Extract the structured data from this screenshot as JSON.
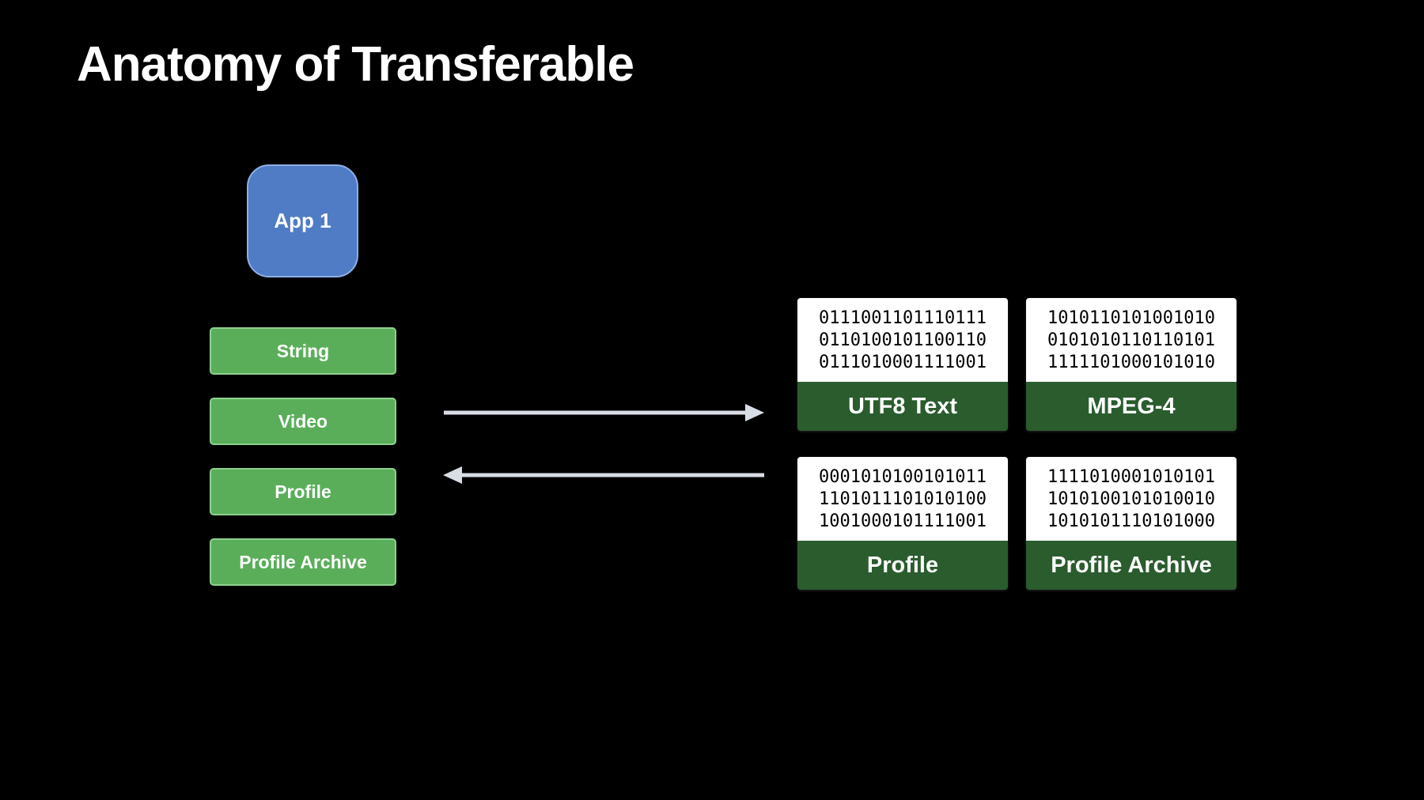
{
  "title": "Anatomy of Transferable",
  "app": {
    "label": "App 1"
  },
  "types": [
    {
      "label": "String"
    },
    {
      "label": "Video"
    },
    {
      "label": "Profile"
    },
    {
      "label": "Profile Archive"
    }
  ],
  "representations": [
    {
      "label": "UTF8 Text",
      "bits": [
        "0111001101110111",
        "0110100101100110",
        "0111010001111001"
      ]
    },
    {
      "label": "MPEG-4",
      "bits": [
        "1010110101001010",
        "0101010110110101",
        "1111101000101010"
      ]
    },
    {
      "label": "Profile",
      "bits": [
        "0001010100101011",
        "1101011101010100",
        "1001000101111001"
      ]
    },
    {
      "label": "Profile Archive",
      "bits": [
        "1111010001010101",
        "1010100101010010",
        "1010101110101000"
      ]
    }
  ],
  "colors": {
    "background": "#000000",
    "app_fill": "#4f7cc4",
    "type_fill": "#5aae5a",
    "card_label_fill": "#2a5c2e",
    "arrow": "#d9dde6"
  }
}
